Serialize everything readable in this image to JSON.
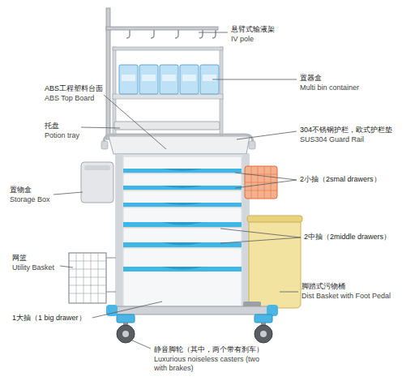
{
  "diagram": {
    "labels": [
      "悬臂式输液架",
      "IV pole",
      "ABS工程塑料台面",
      "ABS Top Board",
      "置器盒",
      "Multi bin container",
      "托盘",
      "Potion tray",
      "304不锈钢护栏，欧式护栏垫",
      "SUS304 Guard Rail",
      "置物盒",
      "Storage Box",
      "2小抽（2smal drawers）",
      "网篮",
      "Utility Basket",
      "2中抽（2middle drawers）",
      "脚踏式污物桶",
      "Dist Basket with Foot Pedal",
      "1大抽（1 big drawer）",
      "静音脚轮（其中，两个带有刹车）",
      "Luxurious noiseless casters (two with brakes)"
    ]
  }
}
